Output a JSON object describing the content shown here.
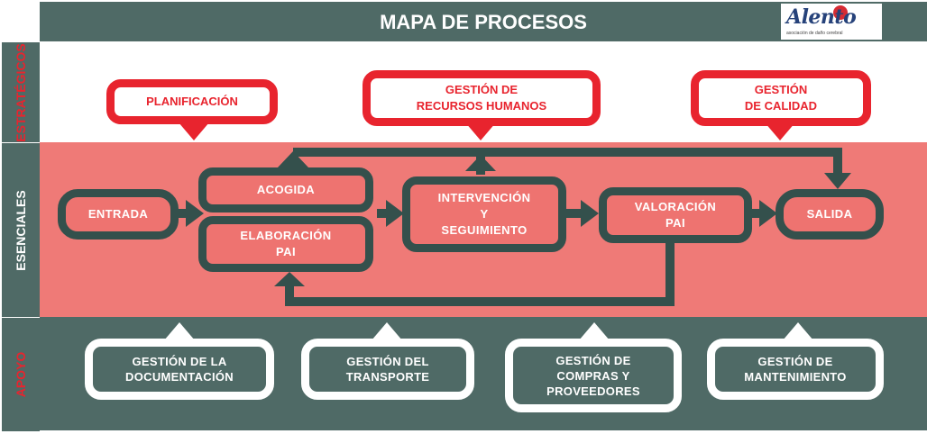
{
  "header": {
    "title": "MAPA DE PROCESOS"
  },
  "logo": {
    "name": "Alento",
    "tagline": "asociación de daño cerebral"
  },
  "sections": {
    "estrategicos": "ESTRATÉGICOS",
    "esenciales": "ESENCIALES",
    "apoyo": "APOYO"
  },
  "strategic": {
    "planificacion": "PLANIFICACIÓN",
    "rrhh": "GESTIÓN DE\nRECURSOS HUMANOS",
    "calidad": "GESTIÓN\nDE CALIDAD"
  },
  "core": {
    "entrada": "ENTRADA",
    "acogida": "ACOGIDA",
    "elaboracion": "ELABORACIÓN\nPAI",
    "intervencion": "INTERVENCIÓN\nY\nSEGUIMIENTO",
    "valoracion": "VALORACIÓN\nPAI",
    "salida": "SALIDA"
  },
  "support": {
    "documentacion": "GESTIÓN DE LA\nDOCUMENTACIÓN",
    "transporte": "GESTIÓN DEL\nTRANSPORTE",
    "compras": "GESTIÓN DE\nCOMPRAS Y\nPROVEEDORES",
    "mantenimiento": "GESTIÓN DE\nMANTENIMIENTO"
  },
  "colors": {
    "header": "#4f6a66",
    "strategic_red": "#e8242e",
    "core_band": "#ef7a77",
    "core_border": "#34504c",
    "support_bg": "#4f6a66"
  }
}
